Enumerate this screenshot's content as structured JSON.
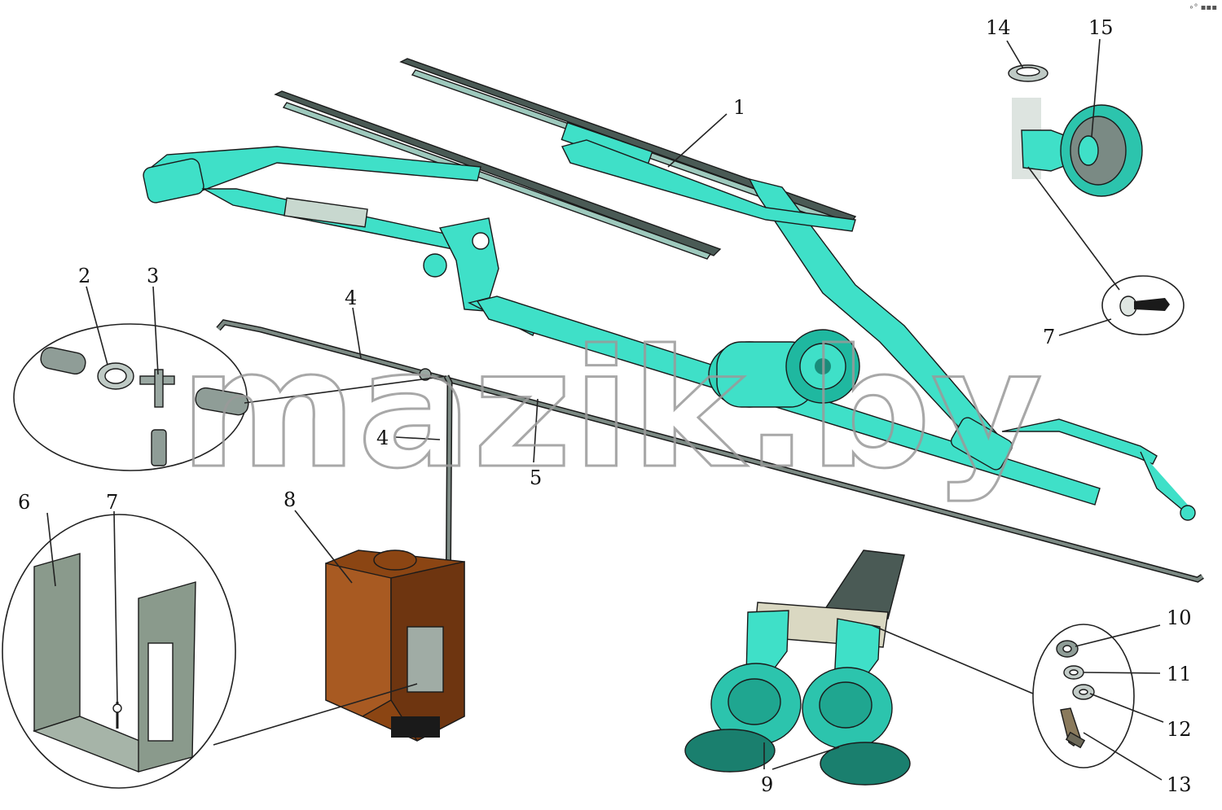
{
  "diagram": {
    "corner_mark": "∘° ▪▪▪",
    "watermark": "mazik.by",
    "callouts": [
      {
        "id": "c1",
        "text": "1"
      },
      {
        "id": "c2",
        "text": "2"
      },
      {
        "id": "c3",
        "text": "3"
      },
      {
        "id": "c4a",
        "text": "4"
      },
      {
        "id": "c4b",
        "text": "4"
      },
      {
        "id": "c5",
        "text": "5"
      },
      {
        "id": "c6",
        "text": "6"
      },
      {
        "id": "c7a",
        "text": "7"
      },
      {
        "id": "c7b",
        "text": "7"
      },
      {
        "id": "c8",
        "text": "8"
      },
      {
        "id": "c9",
        "text": "9"
      },
      {
        "id": "c10",
        "text": "10"
      },
      {
        "id": "c11",
        "text": "11"
      },
      {
        "id": "c12",
        "text": "12"
      },
      {
        "id": "c13",
        "text": "13"
      },
      {
        "id": "c14",
        "text": "14"
      },
      {
        "id": "c15",
        "text": "15"
      }
    ],
    "colors": {
      "teal": "#3fe0c8",
      "reservoir": "#8b4513",
      "bracket": "#8a9a8c",
      "rod": "#7c8a84"
    }
  }
}
